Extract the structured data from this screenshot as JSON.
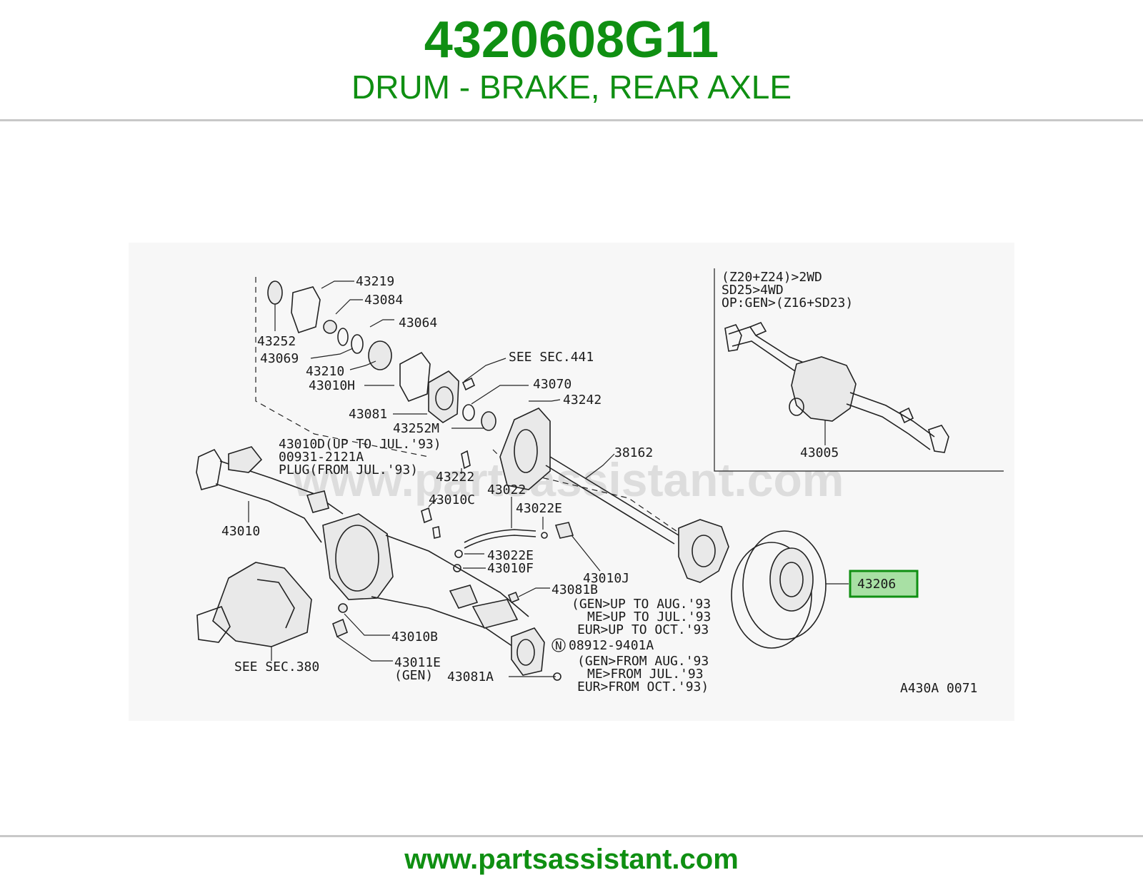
{
  "header": {
    "part_number": "4320608G11",
    "description": "DRUM - BRAKE, REAR AXLE"
  },
  "footer": {
    "url": "www.partsassistant.com"
  },
  "diagram": {
    "watermark": "www.partsassistant.com",
    "highlight_color": "#0f8f12",
    "highlighted_callout": "43206",
    "drawing_code": "A430A 0071",
    "inset_notes": [
      "(Z20+Z24)>2WD",
      "SD25>4WD",
      "OP:GEN>(Z16+SD23)"
    ],
    "inset_part": "43005",
    "callouts": {
      "c43219": "43219",
      "c43084": "43084",
      "c43252": "43252",
      "c43064": "43064",
      "c43069": "43069",
      "c43210": "43210",
      "see441": "SEE SEC.441",
      "c43010h": "43010H",
      "c43070": "43070",
      "c43242": "43242",
      "c43081": "43081",
      "c43252m": "43252M",
      "c43010d": "43010D(UP TO JUL.'93)",
      "c00931": "00931-2121A",
      "plug": "PLUG(FROM JUL.'93)",
      "c38162": "38162",
      "c43222": "43222",
      "c43022": "43022",
      "c43010c": "43010C",
      "c43022e_a": "43022E",
      "c43010": "43010",
      "c43022e_b": "43022E",
      "c43010f": "43010F",
      "c43010j": "43010J",
      "c43081b": "43081B",
      "c43010b": "43010B",
      "see380": "SEE SEC.380",
      "c43011e": "43011E",
      "gen": "(GEN)",
      "c43081a": "43081A",
      "c08912": "08912-9401A",
      "n_mark": "N"
    },
    "notes_up_to": [
      "(GEN>UP TO AUG.'93",
      "ME>UP TO JUL.'93",
      "EUR>UP TO OCT.'93"
    ],
    "notes_from": [
      "(GEN>FROM AUG.'93",
      "ME>FROM JUL.'93",
      "EUR>FROM OCT.'93)"
    ]
  }
}
